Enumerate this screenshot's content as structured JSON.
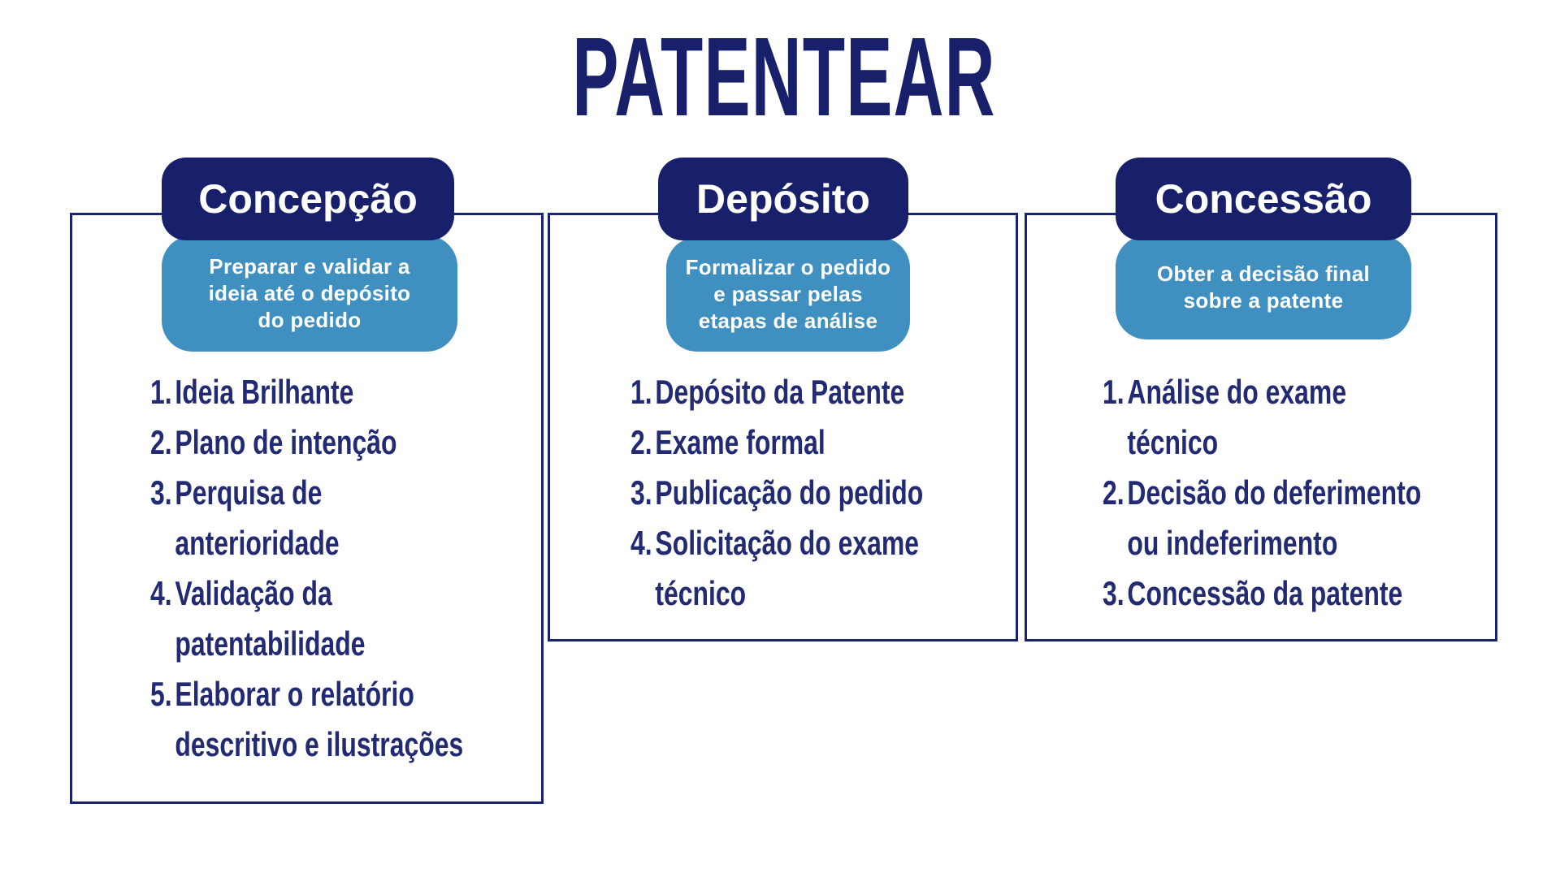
{
  "title": "PATENTEAR",
  "colors": {
    "navy": "#18206b",
    "border_navy": "#1a2370",
    "list_text_navy": "#212a72",
    "light_blue": "#3f90c0",
    "white": "#ffffff",
    "background": "#ffffff"
  },
  "columns": [
    {
      "header": "Concepção",
      "subtitle_lines": [
        "Preparar e validar a",
        "ideia até o depósito",
        "do pedido"
      ],
      "items": [
        {
          "num": "1.",
          "lines": [
            "Ideia Brilhante"
          ]
        },
        {
          "num": "2.",
          "lines": [
            "Plano de intenção"
          ]
        },
        {
          "num": "3.",
          "lines": [
            "Perquisa de",
            "anterioridade"
          ]
        },
        {
          "num": "4.",
          "lines": [
            "Validação da",
            "patentabilidade"
          ]
        },
        {
          "num": "5.",
          "lines": [
            "Elaborar o relatório",
            "descritivo e ilustrações"
          ]
        }
      ]
    },
    {
      "header": "Depósito",
      "subtitle_lines": [
        "Formalizar o pedido",
        "e passar pelas",
        "etapas de análise"
      ],
      "items": [
        {
          "num": "1.",
          "lines": [
            "Depósito da Patente"
          ]
        },
        {
          "num": "2.",
          "lines": [
            "Exame formal"
          ]
        },
        {
          "num": "3.",
          "lines": [
            "Publicação do pedido"
          ]
        },
        {
          "num": "4.",
          "lines": [
            "Solicitação do exame",
            "técnico"
          ]
        }
      ]
    },
    {
      "header": "Concessão",
      "subtitle_lines": [
        "Obter a decisão final",
        "sobre a patente"
      ],
      "items": [
        {
          "num": "1.",
          "lines": [
            "Análise do exame",
            "técnico"
          ]
        },
        {
          "num": "2.",
          "lines": [
            "Decisão do deferimento",
            "ou indeferimento"
          ]
        },
        {
          "num": "3.",
          "lines": [
            "Concessão da patente"
          ]
        }
      ]
    }
  ]
}
